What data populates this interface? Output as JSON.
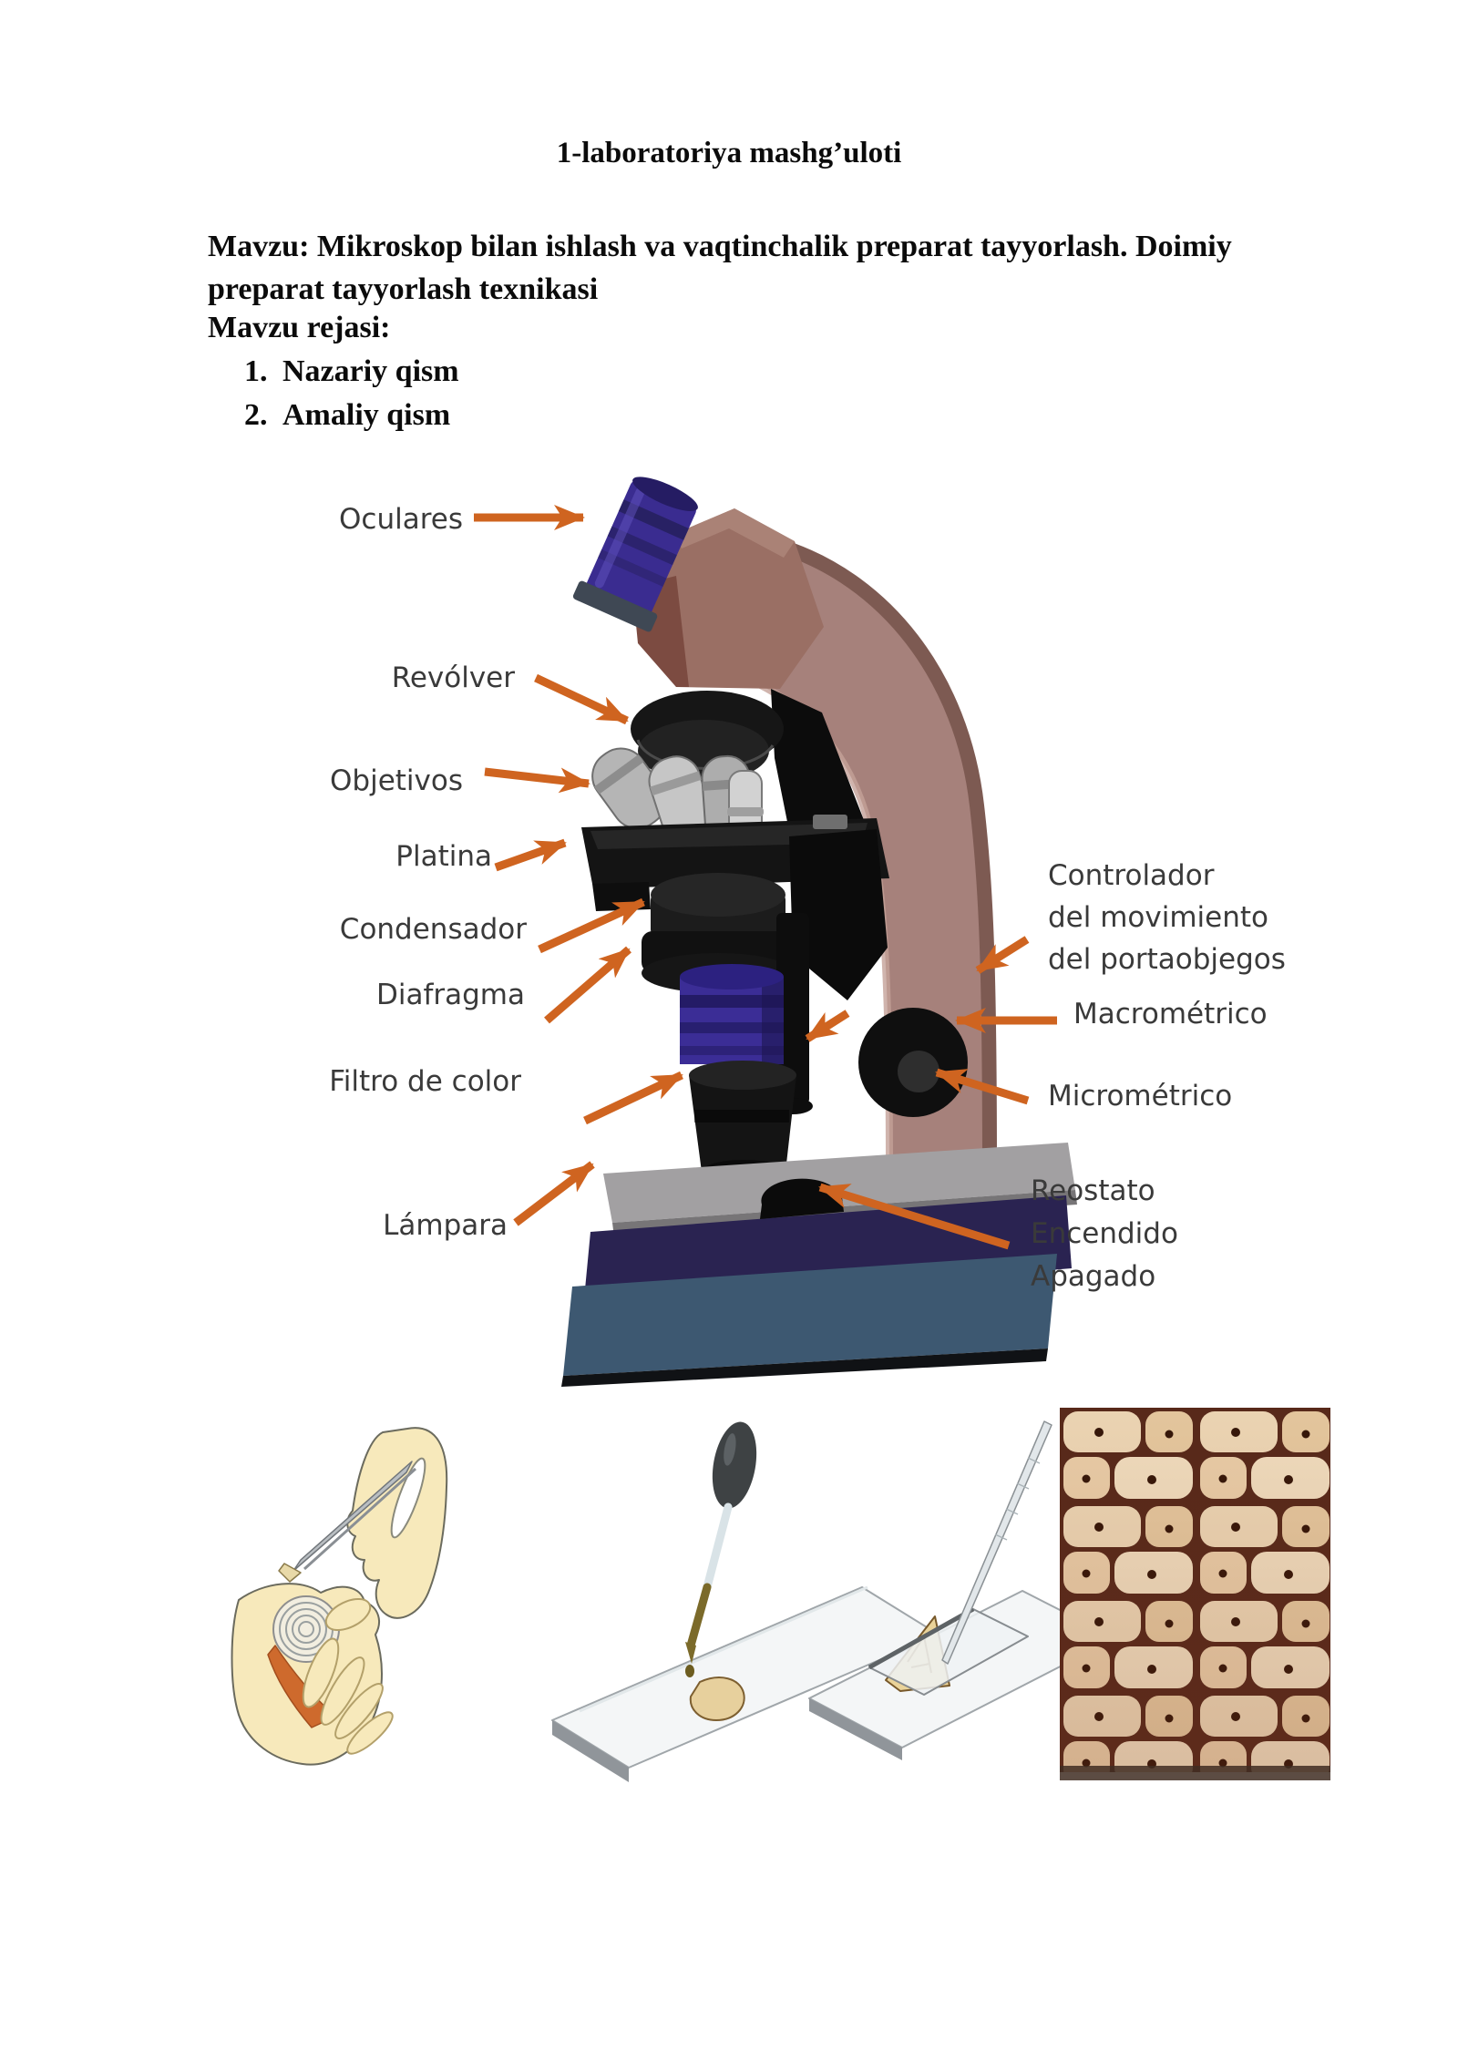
{
  "document": {
    "title": "1-laboratoriya mashg’uloti",
    "topic_lines": [
      "Mavzu: Mikroskop bilan ishlash va vaqtinchalik preparat tayyorlash. Doimiy",
      "preparat tayyorlash texnikasi"
    ],
    "plan_heading": "Mavzu rejasi:",
    "plan_items": [
      {
        "number": "1.",
        "label": "Nazariy qism"
      },
      {
        "number": "2.",
        "label": "Amaliy qism"
      }
    ]
  },
  "diagram": {
    "arrow_color": "#cf6420",
    "label_color": "#3a3a3a",
    "labels": {
      "oculares": "Oculares",
      "revolver": "Revólver",
      "objetivos": "Objetivos",
      "platina": "Platina",
      "condensador": "Condensador",
      "diafragma": "Diafragma",
      "filtro_de_color": "Filtro de color",
      "lampara": "Lámpara",
      "controlador_lines": [
        "Controlador",
        "del movimiento",
        "del portaobjegos"
      ],
      "macrometrico": "Macrométrico",
      "micrometrico": "Micrométrico",
      "reostato_lines": [
        "Reostato",
        "Encendido",
        "Apagado"
      ]
    }
  }
}
